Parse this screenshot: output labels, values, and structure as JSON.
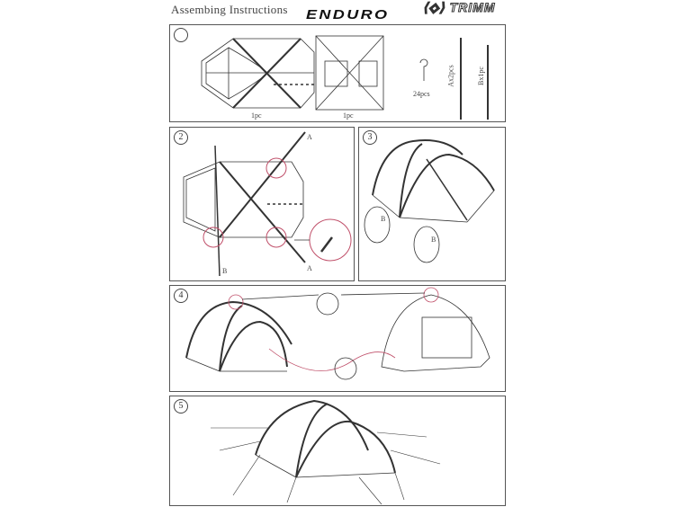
{
  "header": {
    "title": "Assembing Instructions",
    "product": "ENDURO",
    "brand_logo": "TRIMM"
  },
  "colors": {
    "line": "#333333",
    "highlight": "#c0506a"
  },
  "panels": [
    {
      "step": "",
      "items": [
        {
          "label": "1pc"
        },
        {
          "label": "1pc"
        },
        {
          "label": "24pcs"
        },
        {
          "label": "Ax2pcs"
        },
        {
          "label": "Bx1pc"
        }
      ]
    },
    {
      "step": "2",
      "labels": [
        "A",
        "A",
        "B"
      ]
    },
    {
      "step": "3",
      "labels": [
        "B",
        "B"
      ]
    },
    {
      "step": "4"
    },
    {
      "step": "5"
    }
  ]
}
